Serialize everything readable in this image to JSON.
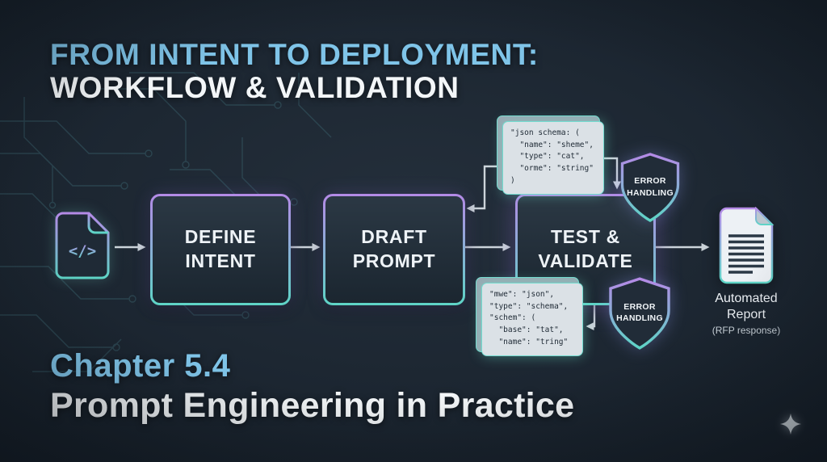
{
  "title": {
    "line1": "FROM INTENT TO DEPLOYMENT:",
    "line2": "WORKFLOW & VALIDATION"
  },
  "flow": {
    "input_glyph": "</>",
    "steps": [
      {
        "line1": "DEFINE",
        "line2": "INTENT"
      },
      {
        "line1": "DRAFT",
        "line2": "PROMPT"
      },
      {
        "line1": "TEST &",
        "line2": "VALIDATE"
      }
    ],
    "output": {
      "line1": "Automated",
      "line2": "Report",
      "line3": "(RFP response)"
    }
  },
  "snippet_top": {
    "lines": [
      "\"json schema: (",
      "  \"name\": \"sheme\",",
      "  \"type\": \"cat\",",
      "  \"orme\": \"string\"",
      ")"
    ]
  },
  "snippet_bottom": {
    "lines": [
      "\"mwe\": \"json\",",
      "\"type\": \"schema\",",
      "\"schem\": (",
      "  \"base\": \"tat\",",
      "  \"name\": \"tring\""
    ]
  },
  "shield_top": {
    "line1": "ERROR",
    "line2": "HANDLING"
  },
  "shield_bottom": {
    "line1": "ERROR",
    "line2": "HANDLING"
  },
  "footer": {
    "chapter": "Chapter 5.4",
    "title": "Prompt Engineering in Practice"
  },
  "colors": {
    "accent_blue": "#7fc4e8",
    "gradient_purple": "#b48ae6",
    "gradient_teal": "#5ed4c6",
    "background": "#1d2731",
    "snippet_bg": "#dbe1e6",
    "arrow": "#ccd4da"
  }
}
